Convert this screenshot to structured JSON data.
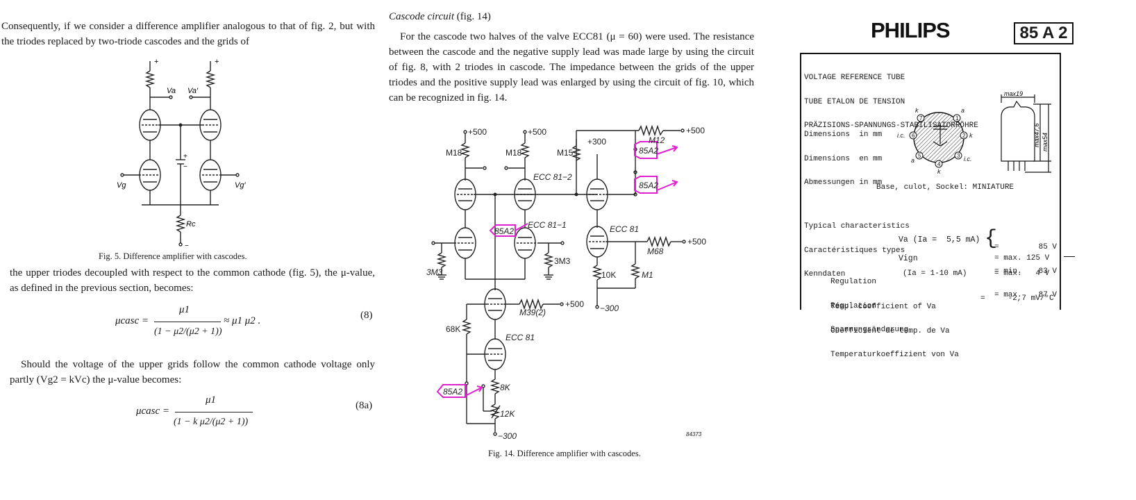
{
  "left": {
    "para1": "Consequently, if we consider a difference amplifier analogous to that of fig. 2, but with the triodes replaced by two-triode cascodes and the grids of",
    "fig5": {
      "caption": "Fig. 5. Difference amplifier with cascodes.",
      "labels": {
        "plus_left": "+",
        "plus_right": "+",
        "va": "Va",
        "va_prime": "Va′",
        "vg": "Vg",
        "vg_prime": "Vg′",
        "rc": "Rc",
        "minus": "−",
        "cap_plus": "+",
        "cap_minus": "−"
      }
    },
    "para2": "the upper triodes decoupled with respect to the common cathode (fig. 5), the μ-value, as defined in the previous section, becomes:",
    "eq8": {
      "lhs": "μcasc =",
      "num": "μ1",
      "den": "(1 − μ2/(μ2 + 1))",
      "rhs": "≈ μ1 μ2 .",
      "number": "(8)"
    },
    "para3": "Should the voltage of the upper grids follow the common cathode voltage only partly (Vg2 = kVc) the μ-value becomes:",
    "eq8a": {
      "lhs": "μcasc =",
      "num": "μ1",
      "den": "(1 − k μ2/(μ2 + 1))",
      "number": "(8a)"
    }
  },
  "middle": {
    "heading": "Cascode circuit",
    "heading_ref": "(fig. 14)",
    "para": "For the cascode two halves of the valve ECC81 (μ = 60) were used. The resistance between the cascode and the negative supply lead was made large by using the circuit of fig. 8, with 2 triodes in cascode. The impedance between the grids of the upper triodes and the positive supply lead was enlarged by using the circuit of fig. 10, which can be recognized in fig. 14.",
    "fig14": {
      "caption": "Fig. 14. Difference amplifier with cascodes.",
      "labels": {
        "p500a": "+500",
        "p500b": "+500",
        "p500c": "+500",
        "p500d": "+500",
        "p500e": "+500",
        "p300": "+300",
        "m300a": "−300",
        "m300b": "−300",
        "m18a": "M18",
        "m18b": "M18",
        "m15": "M15",
        "m12": "M12",
        "m68": "M68",
        "m1": "M1",
        "r3m3a": "3M3",
        "r3m3b": "3M3",
        "r10k": "10K",
        "r68k": "68K",
        "r8k": "8K",
        "r12k": "12K",
        "m39": "M39(2)",
        "ecc812": "ECC 81−2",
        "ecc811": "ECC 81−1",
        "ecc81a": "ECC 81",
        "ecc81b": "ECC 81",
        "t85a2_1": "85A2",
        "t85a2_2": "85A2",
        "t85a2_3": "85A2",
        "t85a2_4": "85A2",
        "code": "84373"
      }
    }
  },
  "right": {
    "brand": "PHILIPS",
    "model": "85 A 2",
    "title_lines": [
      "VOLTAGE REFERENCE TUBE",
      "TUBE ETALON DE TENSION",
      "PRÄZISIONS-SPANNUNGS-STABILISATORRÖHRE"
    ],
    "dim_lines": [
      "Dimensions  in mm",
      "Dimensions  en mm",
      "Abmessungen in mm"
    ],
    "pin_labels": {
      "k1": "k",
      "a1": "a",
      "ic1": "i.c.",
      "k2": "k",
      "a2": "a",
      "k3": "k",
      "ic2": "i.c.",
      "n1": "7",
      "n2": "1",
      "n3": "6",
      "n4": "2",
      "n5": "5",
      "n6": "3",
      "n7": "4"
    },
    "dims": {
      "max19": "max19",
      "max476": "max47,6",
      "max54": "max54"
    },
    "base": "Base, culot, Sockel: MINIATURE",
    "typ_lines": [
      "Typical characteristics",
      "Caractéristiques types",
      "Kenndaten"
    ],
    "va_label": "Va (Ia =  5,5 mA)",
    "va_values": [
      {
        "qual": "=",
        "val": "85 V"
      },
      {
        "qual": "= min.",
        "val": "83 V"
      },
      {
        "qual": "= max.",
        "val": "87 V"
      }
    ],
    "vign_label": "Vign",
    "vign_value": "= max. 125 V",
    "reg_lines": [
      "Regulation",
      "Régulation",
      "Spannungsänderung"
    ],
    "reg_cond": "(Ia = 1-10 mA)",
    "reg_value": "= max.   4 V",
    "temp_lines": [
      "Temp. coefficient of Va",
      "Coefficient de temp. de Va",
      "Temperaturkoeffizient von Va"
    ],
    "temp_value": "=     -2,7 mV/°C"
  }
}
